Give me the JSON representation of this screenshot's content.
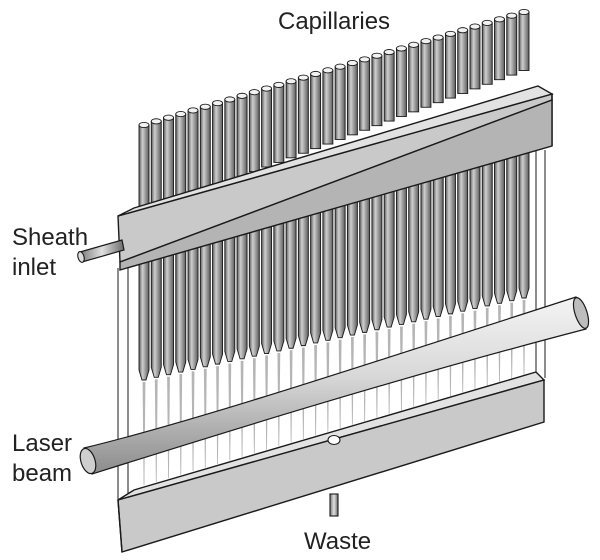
{
  "labels": {
    "capillaries": "Capillaries",
    "sheath_inlet_line1": "Sheath",
    "sheath_inlet_line2": "inlet",
    "laser_beam_line1": "Laser",
    "laser_beam_line2": "beam",
    "waste": "Waste"
  },
  "components": {
    "capillary_count": 32
  },
  "colors": {
    "outline": "#1a1a1a",
    "bar_front": "#c9c9c9",
    "bar_top": "#e2e2e2",
    "bar_side": "#9a9a9a",
    "capillary_light": "#cfcfcf",
    "capillary_dark": "#5c5c5c",
    "cap_end": "#f2f2f2",
    "stream": "#b5b5b5",
    "laser_light": "#d8d8d8",
    "laser_dark": "#8c8c8c"
  }
}
